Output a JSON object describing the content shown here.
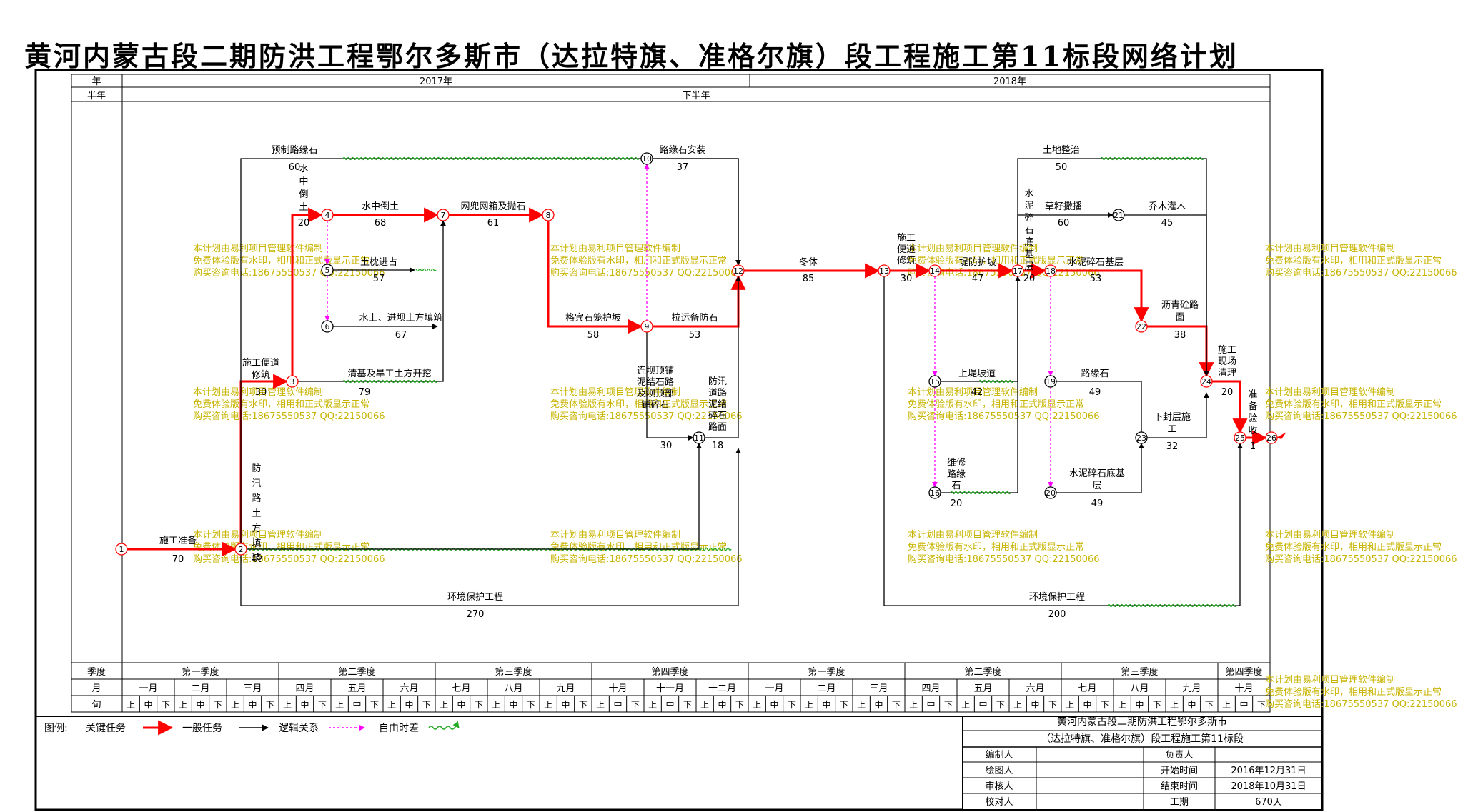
{
  "title": "黄河内蒙古段二期防洪工程鄂尔多斯市（达拉特旗、准格尔旗）段工程施工第11标段网络计划",
  "header": {
    "row_year_label": "年",
    "row_half_label": "半年",
    "years": [
      "2017年",
      "2018年"
    ],
    "half": "下半年"
  },
  "footer": {
    "quarter_label": "季度",
    "month_label": "月",
    "xun_label": "旬",
    "quarters": [
      "第一季度",
      "第二季度",
      "第三季度",
      "第四季度",
      "第一季度",
      "第二季度",
      "第三季度",
      "第四季度"
    ],
    "months": [
      "一月",
      "二月",
      "三月",
      "四月",
      "五月",
      "六月",
      "七月",
      "八月",
      "九月",
      "十月",
      "十一月",
      "十二月",
      "一月",
      "二月",
      "三月",
      "四月",
      "五月",
      "六月",
      "七月",
      "八月",
      "九月",
      "十月"
    ],
    "xun": [
      "上",
      "中",
      "下"
    ]
  },
  "legend": {
    "label": "图例:",
    "critical": "关键任务",
    "general": "一般任务",
    "logic": "逻辑关系",
    "float": "自由时差"
  },
  "info": {
    "project_line1": "黄河内蒙古段二期防洪工程鄂尔多斯市",
    "project_line2": "（达拉特旗、准格尔旗）段工程施工第11标段",
    "editor_label": "编制人",
    "editor": "",
    "drafter_label": "绘图人",
    "drafter": "",
    "reviewer_label": "审核人",
    "reviewer": "",
    "checker_label": "校对人",
    "checker": "",
    "leader_label": "负责人",
    "leader": "",
    "start_label": "开始时间",
    "start": "2016年12月31日",
    "end_label": "结束时间",
    "end": "2018年10月31日",
    "duration_label": "工期",
    "duration": "670天"
  },
  "watermark": {
    "line1": "本计划由易利项目管理软件编制",
    "line2": "免费体验版有水印，相用和正式版显示正常",
    "line3": "购买咨询电话:18675550537 QQ:22150066"
  },
  "colors": {
    "critical": "#ff0000",
    "general": "#000000",
    "logic": "#ff00ff",
    "float": "#22aa22",
    "watermark": "#c8b400"
  },
  "nodes": [
    "1",
    "2",
    "3",
    "4",
    "5",
    "6",
    "7",
    "8",
    "9",
    "10",
    "11",
    "12",
    "13",
    "14",
    "15",
    "16",
    "17",
    "18",
    "19",
    "20",
    "21",
    "22",
    "23",
    "24",
    "25",
    "26"
  ],
  "tasks": [
    {
      "name": "施工准备",
      "duration": "70"
    },
    {
      "name": "防汛路土方填筑",
      "duration": "15"
    },
    {
      "name": "施工便道修筑",
      "duration": "30"
    },
    {
      "name": "水中倒土",
      "duration": "20"
    },
    {
      "name": "水中倒土",
      "duration": "68"
    },
    {
      "name": "土枕进占",
      "duration": "57"
    },
    {
      "name": "水上、进坝土方填筑",
      "duration": "67"
    },
    {
      "name": "清基及旱工土方开挖",
      "duration": "79"
    },
    {
      "name": "网兜网箱及抛石",
      "duration": "61"
    },
    {
      "name": "预制路缘石",
      "duration": "60"
    },
    {
      "name": "路缘石安装",
      "duration": "37"
    },
    {
      "name": "格宾石笼护坡",
      "duration": "58"
    },
    {
      "name": "拉运备防石",
      "duration": "53"
    },
    {
      "name": "连坝顶铺泥结石路及坝顶部铺碎石",
      "duration": "30"
    },
    {
      "name": "防汛道路泥结碎石路面",
      "duration": "18"
    },
    {
      "name": "环境保护工程",
      "duration": "270"
    },
    {
      "name": "冬休",
      "duration": "85"
    },
    {
      "name": "施工便道修筑",
      "duration": "30"
    },
    {
      "name": "堤防护坡",
      "duration": "47"
    },
    {
      "name": "上堤坡道",
      "duration": "42"
    },
    {
      "name": "维修路缘石",
      "duration": "20"
    },
    {
      "name": "土地整治",
      "duration": "50"
    },
    {
      "name": "水泥碎石底基层",
      "duration": "20"
    },
    {
      "name": "草籽撒播",
      "duration": "60"
    },
    {
      "name": "乔木灌木",
      "duration": "45"
    },
    {
      "name": "水泥碎石基层",
      "duration": "53"
    },
    {
      "name": "路缘石",
      "duration": "49"
    },
    {
      "name": "水泥碎石底基层",
      "duration": "49"
    },
    {
      "name": "沥青砼路面",
      "duration": "38"
    },
    {
      "name": "下封层施工",
      "duration": "32"
    },
    {
      "name": "施工现场清理",
      "duration": "20"
    },
    {
      "name": "准备验收",
      "duration": "1"
    },
    {
      "name": "环境保护工程",
      "duration": "200"
    }
  ]
}
